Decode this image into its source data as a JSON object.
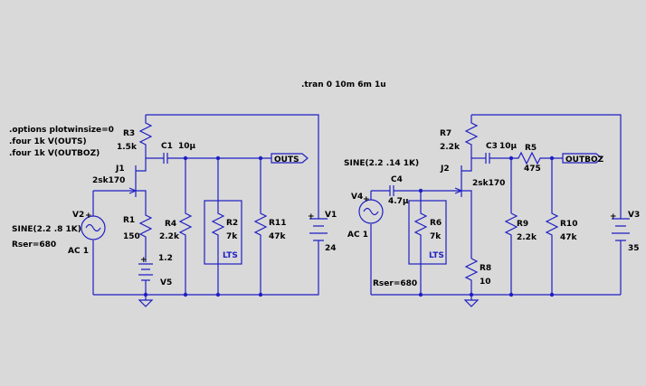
{
  "directives": {
    "tran": ".tran 0 10m 6m 1u",
    "options": ".options plotwinsize=0",
    "four_outs": ".four 1k V(OUTS)",
    "four_outboz": ".four 1k V(OUTBOZ)"
  },
  "left_circuit": {
    "R3": {
      "name": "R3",
      "value": "1.5k"
    },
    "C1": {
      "name": "C1",
      "value": "10µ"
    },
    "J1": {
      "name": "J1",
      "model": "2sk170"
    },
    "V2": {
      "name": "V2",
      "source": "SINE(2.2 .8 1K)",
      "ac": "AC 1",
      "rser": "Rser=680"
    },
    "R1": {
      "name": "R1",
      "value": "150"
    },
    "V5": {
      "name": "V5",
      "value": "1.2"
    },
    "R4": {
      "name": "R4",
      "value": "2.2k"
    },
    "R2": {
      "name": "R2",
      "value": "7k",
      "tag": "LTS"
    },
    "R11": {
      "name": "R11",
      "value": "47k"
    },
    "V1": {
      "name": "V1",
      "value": "24"
    },
    "net": "OUTS"
  },
  "right_circuit": {
    "R7": {
      "name": "R7",
      "value": "2.2k"
    },
    "C3": {
      "name": "C3",
      "value": "10µ"
    },
    "R5": {
      "name": "R5",
      "value": "475"
    },
    "J2": {
      "name": "J2",
      "model": "2sk170"
    },
    "source_text": "SINE(2.2 .14 1K)",
    "C4": {
      "name": "C4",
      "value": "4.7µ"
    },
    "V4": {
      "name": "V4",
      "ac": "AC 1",
      "rser": "Rser=680"
    },
    "R6": {
      "name": "R6",
      "value": "7k",
      "tag": "LTS"
    },
    "R8": {
      "name": "R8",
      "value": "10"
    },
    "R9": {
      "name": "R9",
      "value": "2.2k"
    },
    "R10": {
      "name": "R10",
      "value": "47k"
    },
    "V3": {
      "name": "V3",
      "value": "35"
    },
    "net": "OUTBOZ"
  },
  "colors": {
    "background": "#d9d9d9",
    "wire": "#1f1fc4",
    "text": "#000000"
  }
}
